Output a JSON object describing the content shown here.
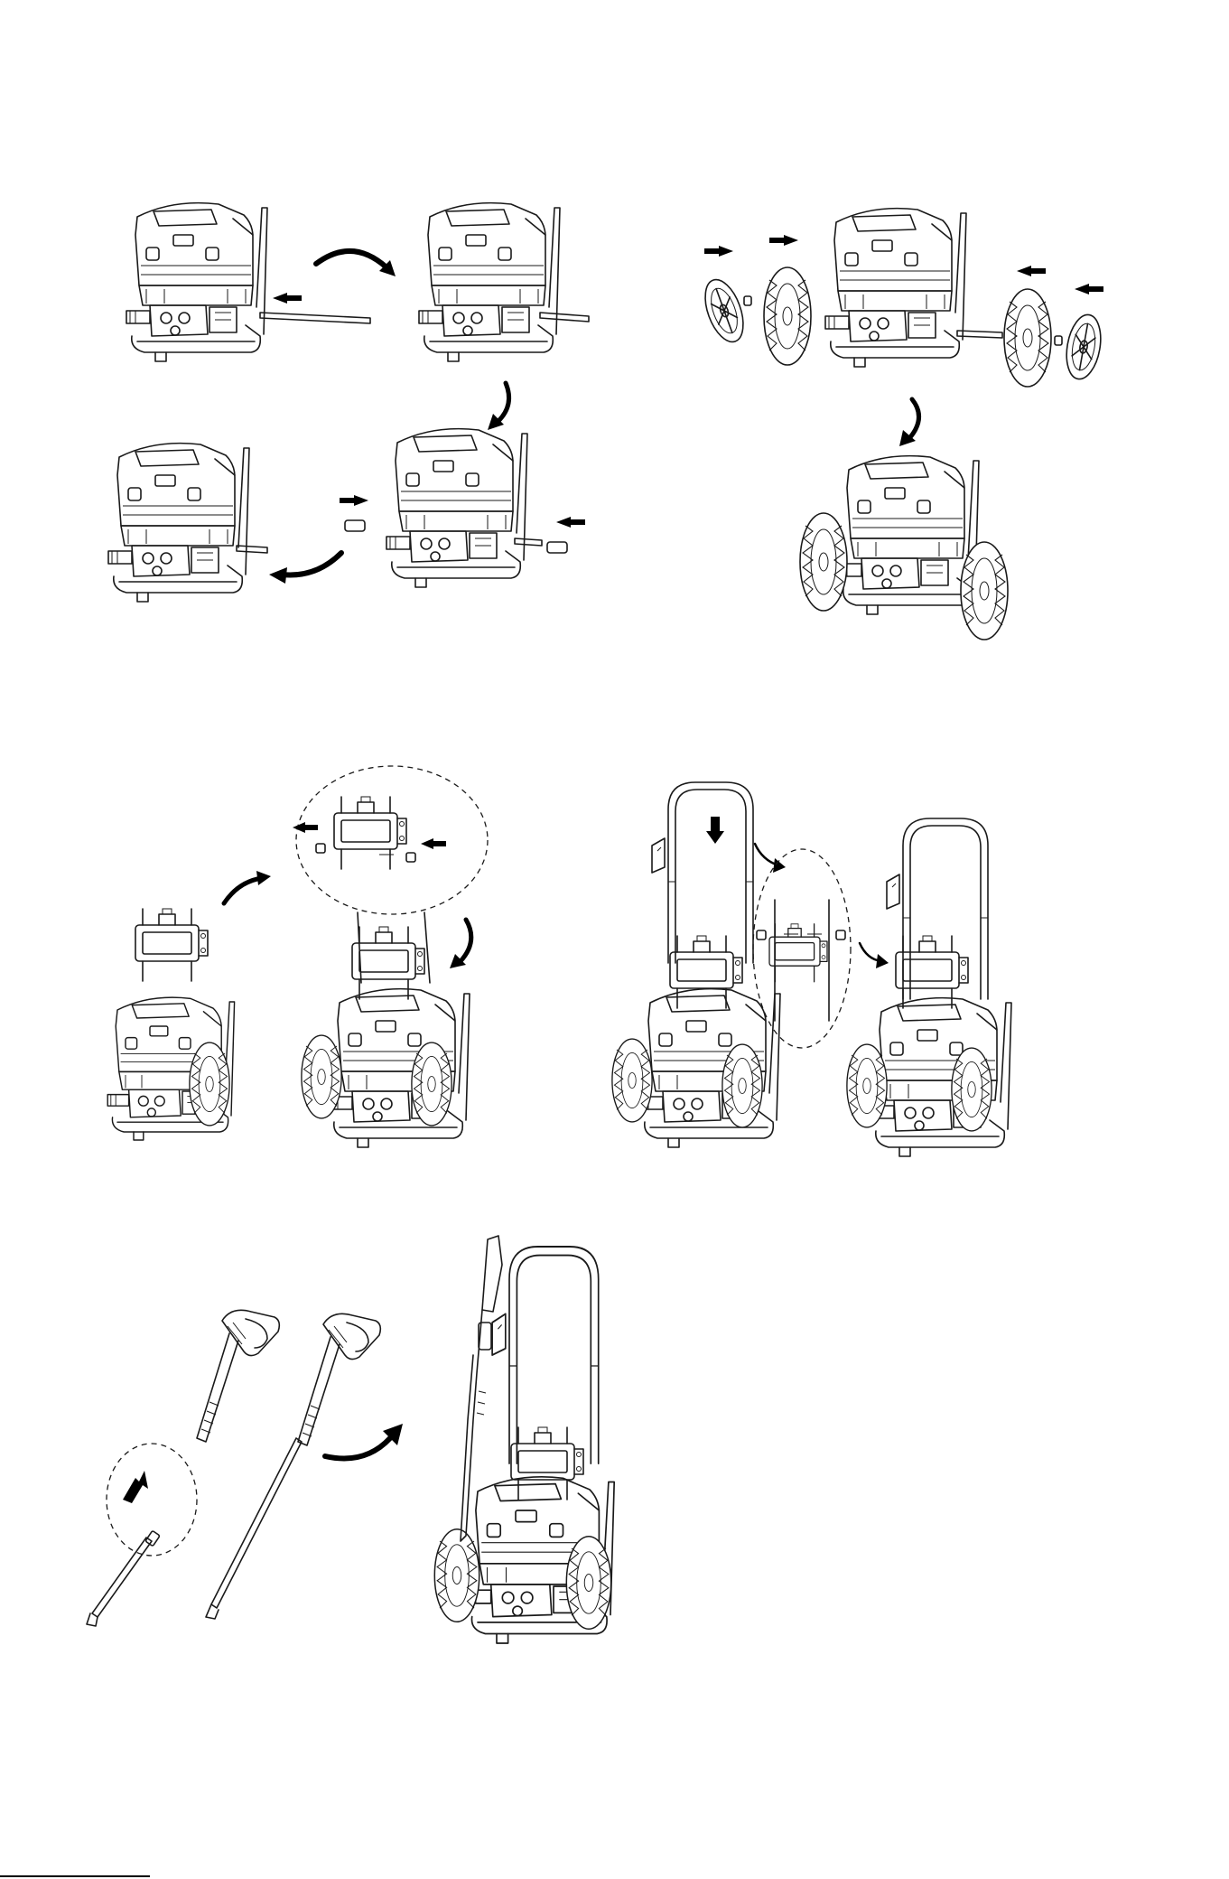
{
  "colors": {
    "line": "#1a1a1a",
    "arrow": "#000000",
    "background": "#ffffff"
  },
  "figures": [
    {
      "id": "axle-insertion",
      "steps": 4
    },
    {
      "id": "wheel-mounting",
      "steps": 2
    },
    {
      "id": "control-panel-mounting",
      "steps": 3
    },
    {
      "id": "handle-mounting",
      "steps": 3
    },
    {
      "id": "spray-gun-assembly",
      "steps": 3
    }
  ]
}
